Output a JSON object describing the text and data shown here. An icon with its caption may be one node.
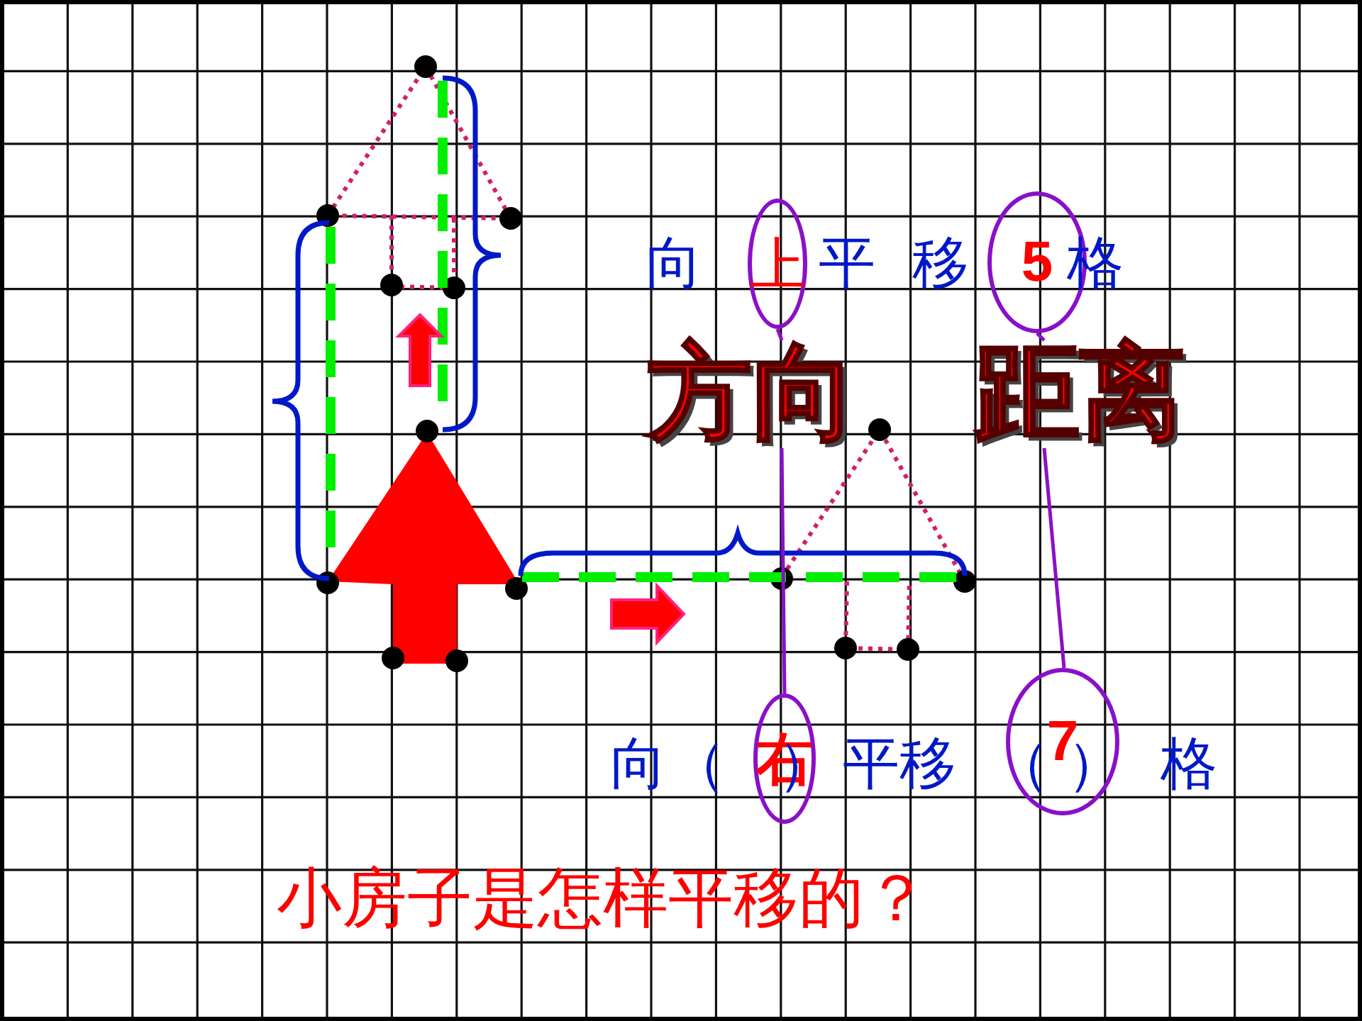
{
  "diagram": {
    "nodes": [
      {
        "text": [
          "上"
        ]
      },
      {
        "text": [
          "5"
        ]
      },
      {
        "text": [
          "方向"
        ]
      },
      {
        "text": [
          "距离"
        ]
      },
      {
        "text": [
          "右"
        ]
      },
      {
        "text": [
          "7"
        ]
      }
    ],
    "edges": [
      {
        "from": 0,
        "to": 2,
        "arrow": "none"
      },
      {
        "from": 2,
        "to": 4,
        "arrow": "none"
      },
      {
        "from": 1,
        "to": 3,
        "arrow": "none"
      },
      {
        "from": 3,
        "to": 5,
        "arrow": "none"
      }
    ],
    "labels": [
      "向",
      "平 移",
      "格",
      "向",
      "（",
      "）",
      "平移",
      "（",
      "）",
      "格",
      "小房子是怎样平移的？"
    ]
  }
}
